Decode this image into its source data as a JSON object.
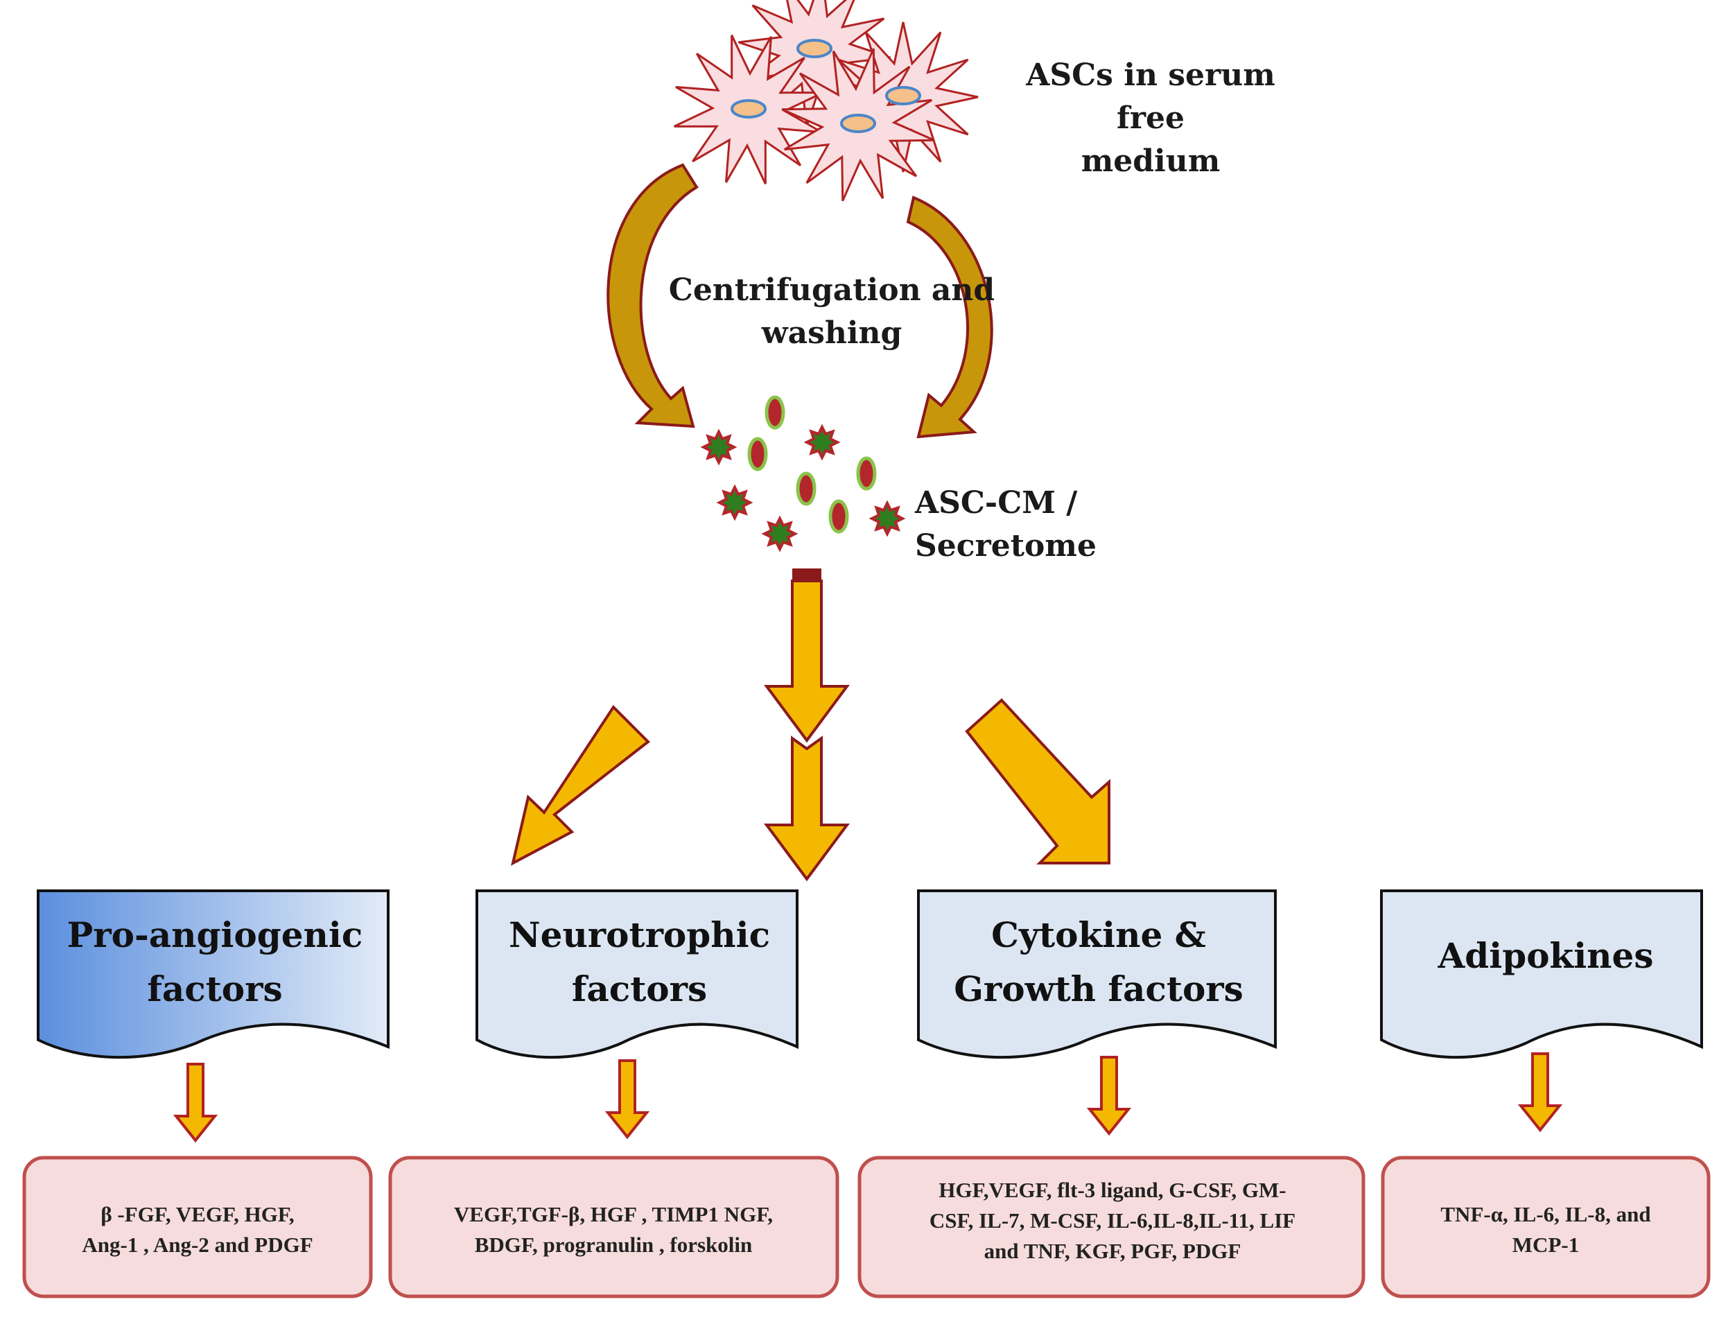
{
  "top_label": "ASCs in serum free\nmedium",
  "process_label": "Centrifugation and\nwashing",
  "secretome_label": "ASC-CM / Secretome",
  "categories": [
    {
      "title": "Pro-angiogenic\nfactors",
      "details": "β -FGF, VEGF, HGF,\nAng-1 , Ang-2 and  PDGF"
    },
    {
      "title": "Neurotrophic\nfactors",
      "details": "VEGF,TGF-β, HGF , TIMP1 NGF,\nBDGF, progranulin , forskolin"
    },
    {
      "title": "Cytokine &\nGrowth factors",
      "details": "HGF,VEGF, flt-3 ligand, G-CSF, GM-\nCSF, IL-7, M-CSF, IL-6,IL-8,IL-11, LIF\nand TNF, KGF, PGF, PDGF"
    },
    {
      "title": "Adipokines",
      "details": "TNF-α, IL-6, IL-8, and\nMCP-1"
    }
  ],
  "colors": {
    "arrow_fill": "#F5B800",
    "arrow_outline": "#8B1A1A",
    "cell_fill": "#F9DDE0",
    "cell_outline": "#B22222",
    "nucleus_fill": "#F5C08A",
    "nucleus_ring": "#4A86C8",
    "particle_green": "#2E7D1F",
    "particle_red": "#B3262C",
    "category_fill": "#DCE6F2",
    "category_gradient_start": "#5B8FDE",
    "detail_fill": "#F6DCDC",
    "detail_border": "#C0504D",
    "curved_arrow_fill": "#C8960A"
  }
}
